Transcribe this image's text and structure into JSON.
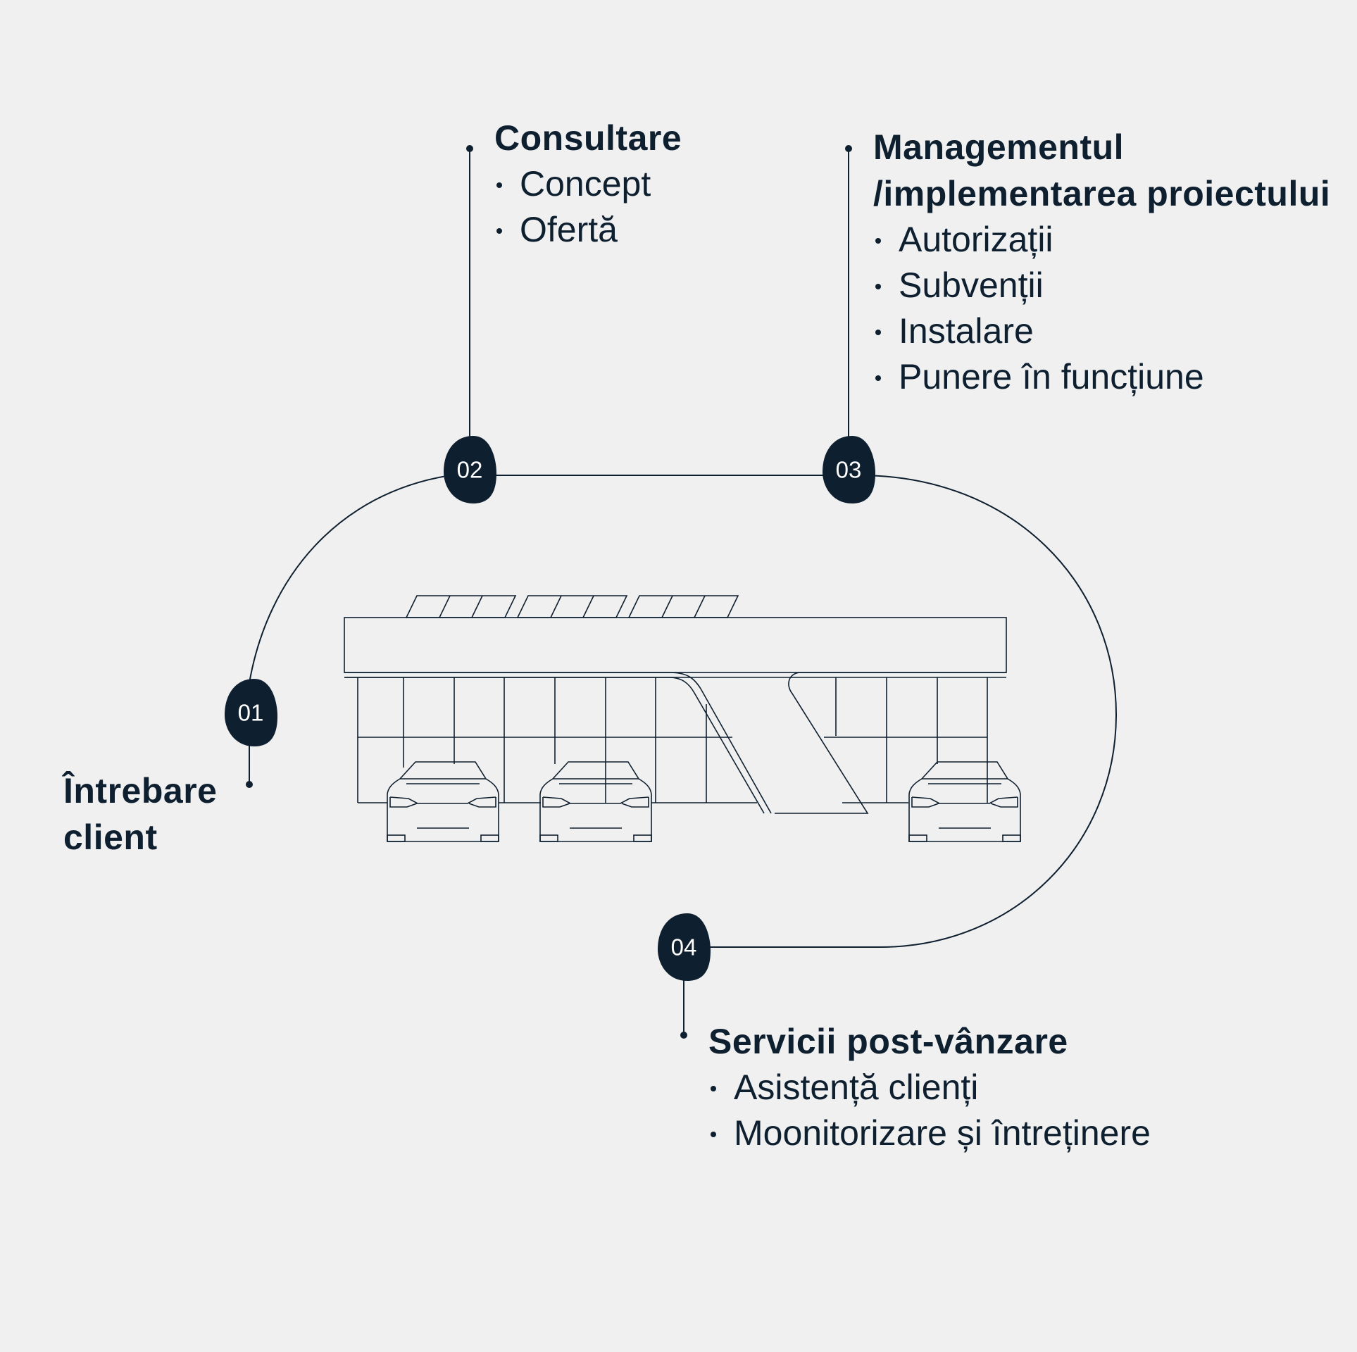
{
  "colors": {
    "background": "#f0f0f0",
    "ink": "#0e1f2f",
    "badge_text": "#ffffff"
  },
  "steps": [
    {
      "number": "01",
      "title": "Întrebare client",
      "items": []
    },
    {
      "number": "02",
      "title": "Consultare",
      "items": [
        "Concept",
        "Ofertă"
      ]
    },
    {
      "number": "03",
      "title": "Managementul /implementarea proiectului",
      "items": [
        "Autorizații",
        "Subvenții",
        "Instalare",
        "Punere în funcțiune"
      ]
    },
    {
      "number": "04",
      "title": "Servicii post-vânzare",
      "items": [
        "Asistență clienți",
        "Moonitorizare și întreținere"
      ]
    }
  ],
  "illustration": {
    "icon": "charging-station-carport-with-solar-panels-and-cars-icon"
  }
}
